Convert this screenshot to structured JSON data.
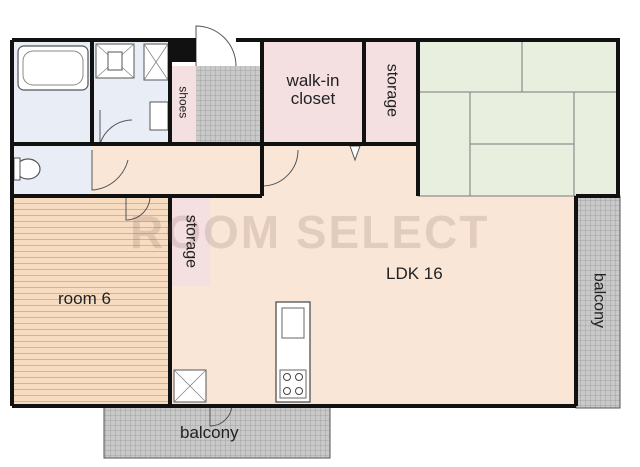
{
  "watermark": "ROOM SELECT",
  "rooms": {
    "walk_in_closet": "walk-in\ncloset",
    "storage_top": "storage",
    "shoes": "shoes",
    "storage_mid": "storage",
    "ldk": "LDK 16",
    "room6": "room 6",
    "balcony_right": "balcony",
    "balcony_bottom": "balcony"
  },
  "colors": {
    "wall": "#111111",
    "floor_ldk": "#f9e6d6",
    "tatami": "#e8efde",
    "closet_pink": "#f4dfe1",
    "wet_area": "#e9eef6",
    "wood_floor": "#f7dcc2",
    "balcony_gray": "#c4c4c4"
  }
}
